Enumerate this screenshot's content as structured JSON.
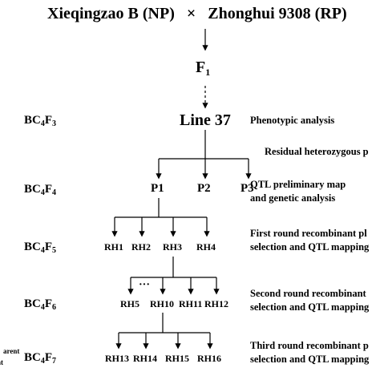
{
  "cross": {
    "nonrecurrent_parent": "Xieqingzao B (NP)",
    "times_symbol": "×",
    "recurrent_parent": "Zhonghui 9308 (RP)"
  },
  "f1": {
    "base": "F",
    "sub": "1"
  },
  "generations": [
    {
      "base": "BC",
      "sub1": "4",
      "mid": "F",
      "sub2": "3"
    },
    {
      "base": "BC",
      "sub1": "4",
      "mid": "F",
      "sub2": "4"
    },
    {
      "base": "BC",
      "sub1": "4",
      "mid": "F",
      "sub2": "5"
    },
    {
      "base": "BC",
      "sub1": "4",
      "mid": "F",
      "sub2": "6"
    },
    {
      "base": "BC",
      "sub1": "4",
      "mid": "F",
      "sub2": "7"
    }
  ],
  "line": "Line 37",
  "p_nodes": [
    "P1",
    "P2",
    "P3"
  ],
  "rh_round1": [
    "RH1",
    "RH2",
    "RH3",
    "RH4"
  ],
  "rh_round2": [
    "RH5",
    "RH10",
    "RH11",
    "RH12"
  ],
  "rh_round2_ellipsis": "···",
  "rh_round3": [
    "RH13",
    "RH14",
    "RH15",
    "RH16"
  ],
  "notes": {
    "phenotypic": "Phenotypic analysis",
    "residual": "Residual heterozygous p",
    "qtl_prelim_1": "QTL preliminary map",
    "qtl_prelim_2": "and genetic analysis",
    "first_1": "First round recombinant pl",
    "first_2": "selection and QTL mapping",
    "second_1": "Second round recombinant",
    "second_2": "selection and QTL mapping",
    "third_1": "Third round recombinant p",
    "third_2": "selection and QTL mapping"
  },
  "left_cut": {
    "line1": "arent",
    "line2": "nt"
  }
}
